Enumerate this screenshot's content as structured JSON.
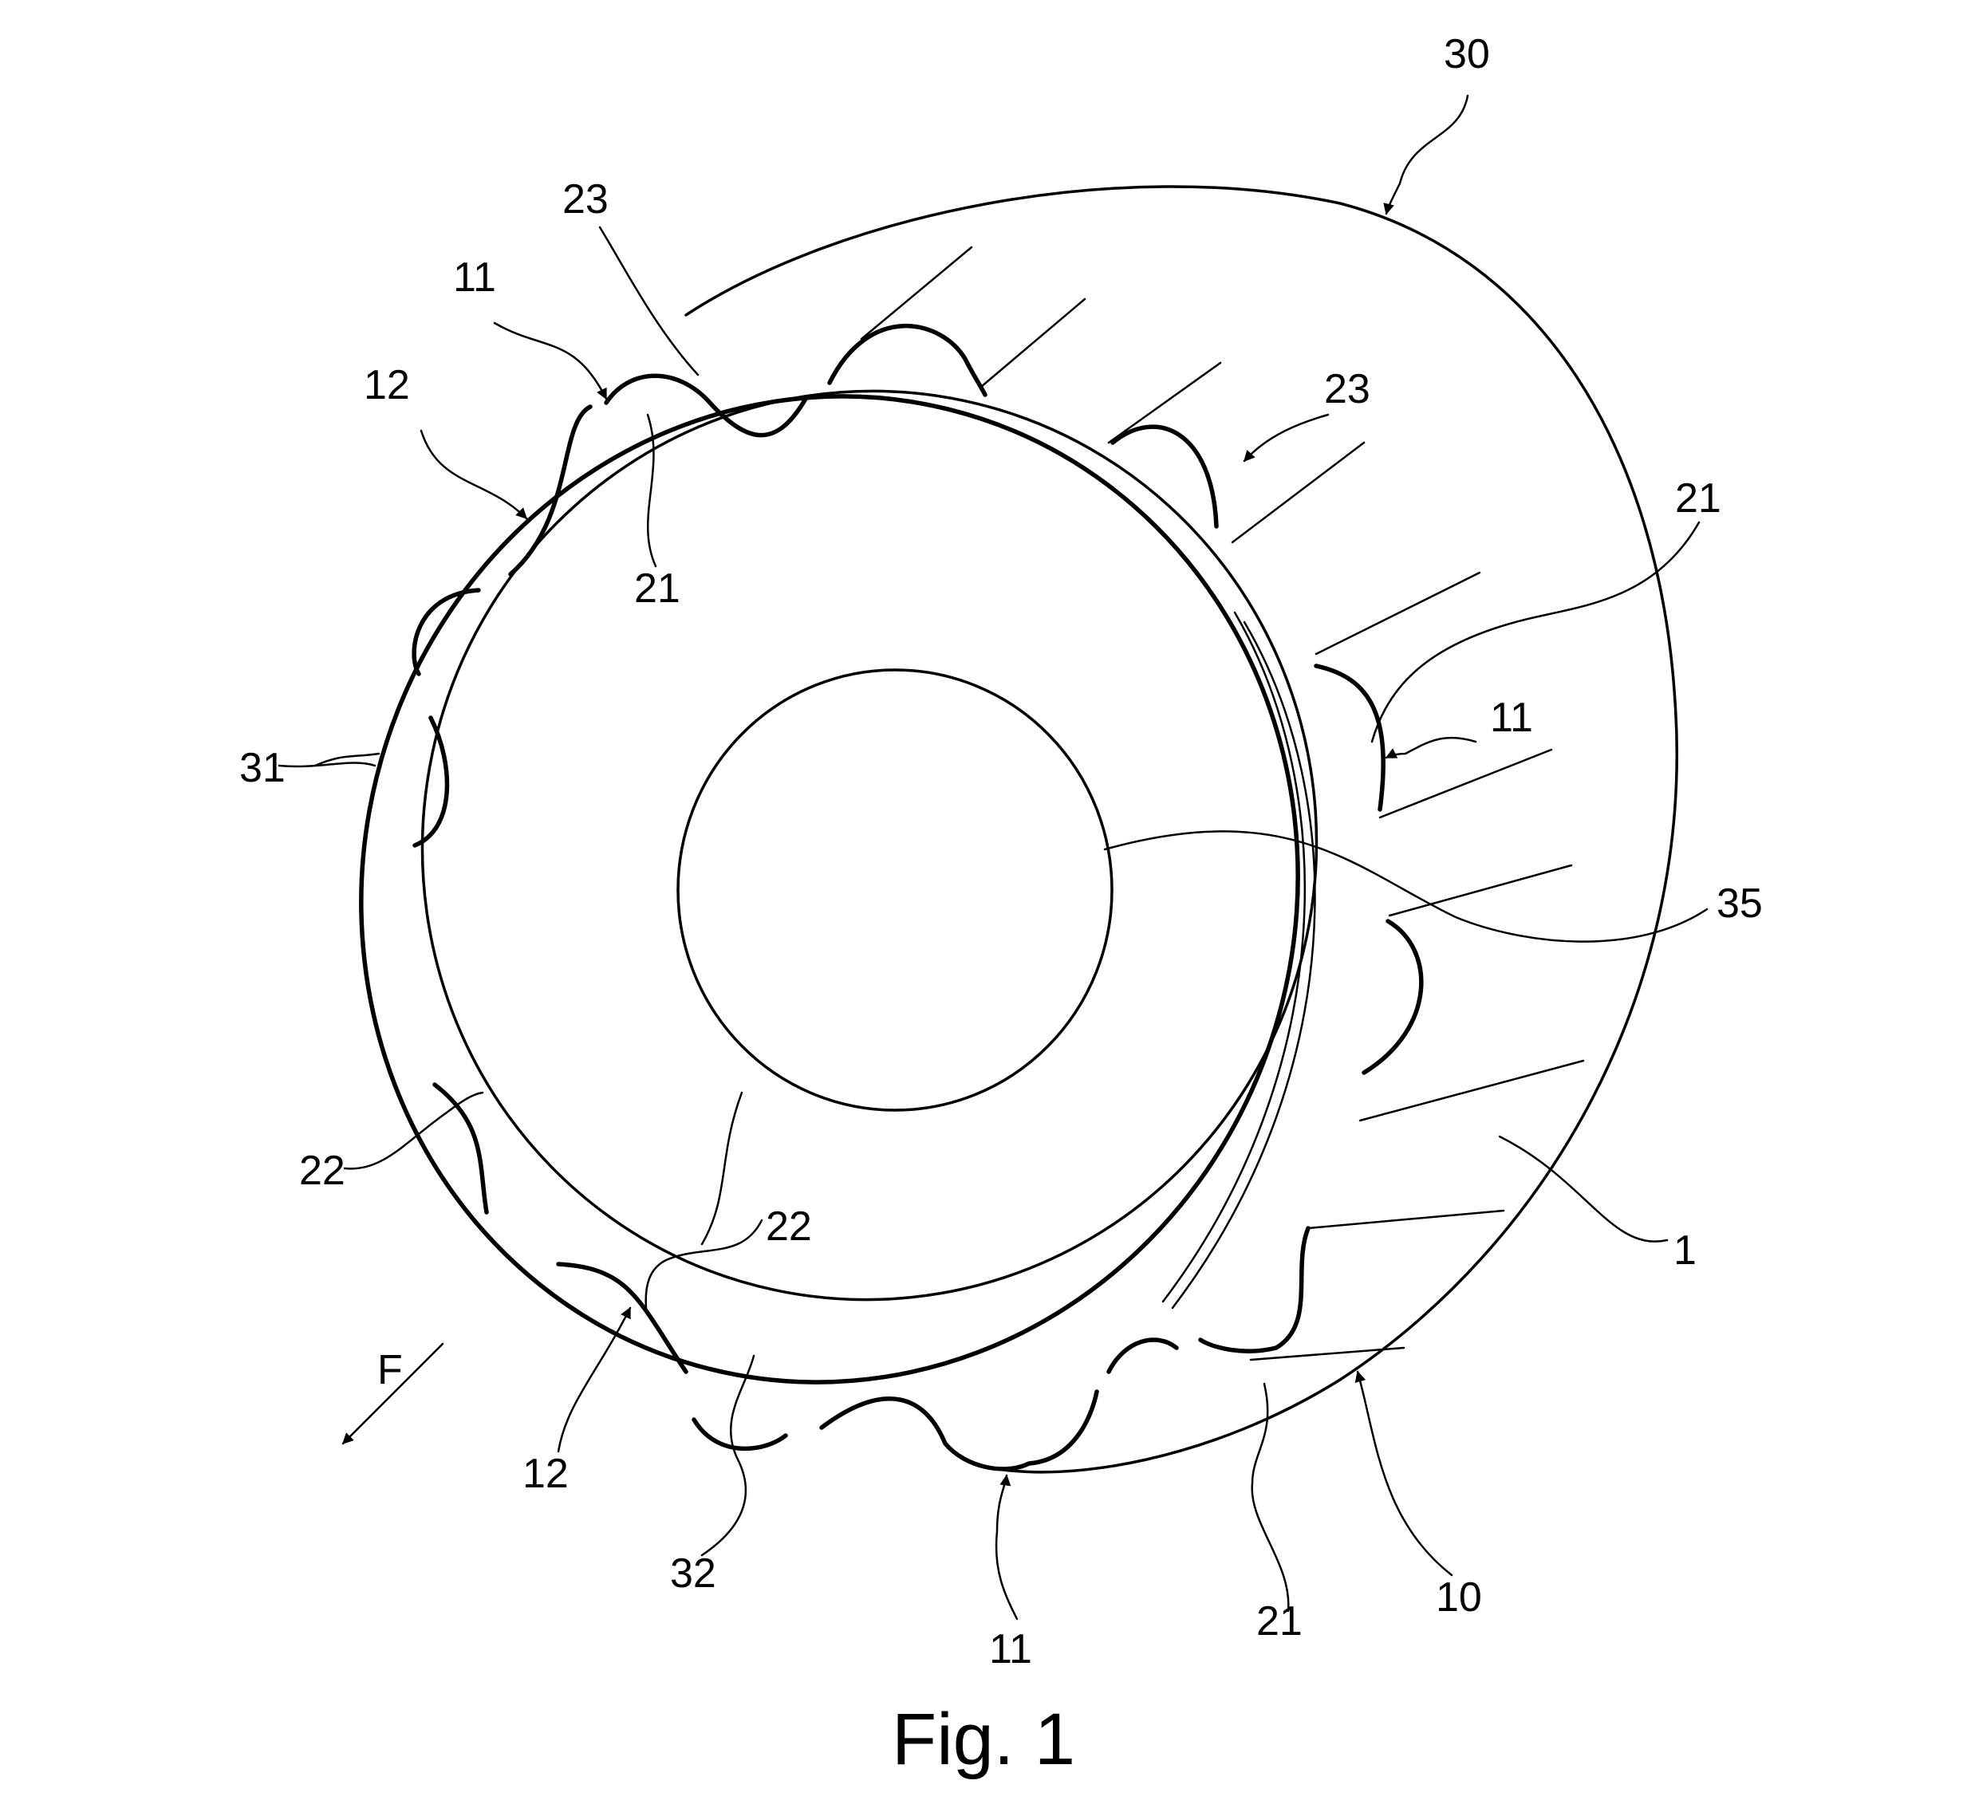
{
  "figure": {
    "caption": "Fig. 1",
    "labels": {
      "ref_30": "30",
      "ref_23_top": "23",
      "ref_11_top": "11",
      "ref_12_top": "12",
      "ref_21_top": "21",
      "ref_23_right": "23",
      "ref_21_right": "21",
      "ref_11_right": "11",
      "ref_31": "31",
      "ref_35": "35",
      "ref_22_left": "22",
      "ref_22_bottom": "22",
      "ref_1": "1",
      "ref_F": "F",
      "ref_12_bottom": "12",
      "ref_32": "32",
      "ref_11_bottom": "11",
      "ref_21_bottom": "21",
      "ref_10": "10"
    }
  }
}
